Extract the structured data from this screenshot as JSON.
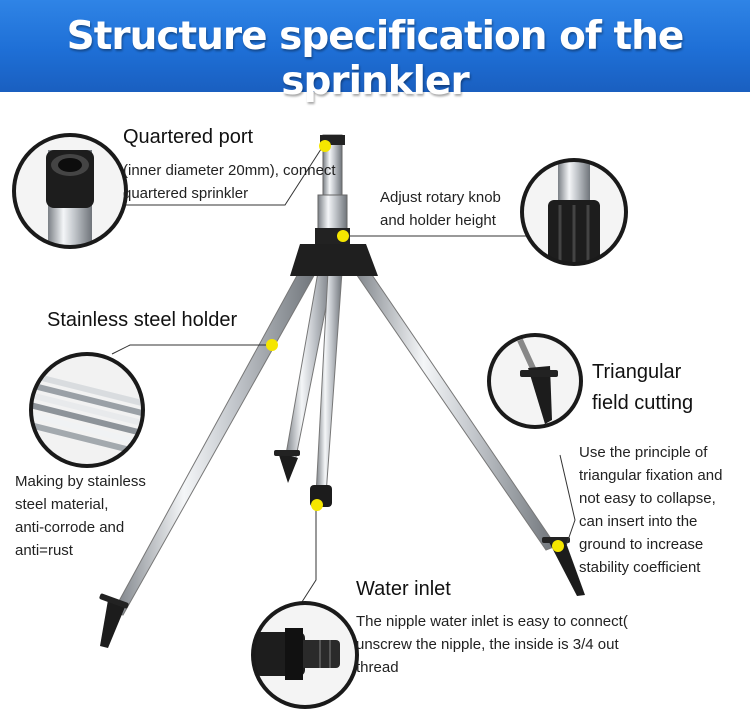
{
  "title": "Structure specification of the sprinkler",
  "colors": {
    "banner": "#1e6fd6",
    "banner_text": "#ffffff",
    "marker": "#f5e600",
    "steel": "#c8ccd0",
    "plastic": "#1c1c1c"
  },
  "quartered_port": {
    "heading": "Quartered port",
    "lines": [
      "(inner diameter 20mm), connect",
      "quartered sprinkler"
    ]
  },
  "rotary_knob": {
    "lines": [
      "Adjust rotary knob",
      "and holder height"
    ]
  },
  "steel_holder": {
    "heading": "Stainless steel holder",
    "lines": [
      "Making by stainless",
      "steel material,",
      "anti-corrode and",
      "anti=rust"
    ]
  },
  "field_cutting": {
    "heading_lines": [
      "Triangular",
      "field cutting"
    ],
    "lines": [
      "Use the principle of",
      "triangular fixation and",
      "not easy to collapse,",
      "can insert into the",
      "ground to increase",
      "stability coefficient"
    ]
  },
  "water_inlet": {
    "heading": "Water inlet",
    "lines": [
      "The nipple water inlet is easy to connect(",
      "unscrew the nipple, the inside is 3/4 out",
      "thread"
    ]
  }
}
